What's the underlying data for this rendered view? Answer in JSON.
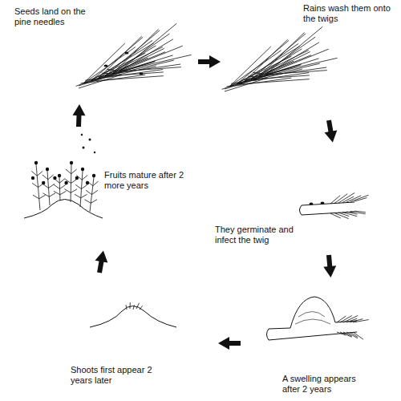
{
  "diagram": {
    "labels": [
      "Seeds land on the pine needles",
      "Rains wash them onto the twigs",
      "They germinate and infect the twig",
      "A swelling appears after 2 years",
      "Shoots first appear 2 years later",
      "Fruits mature after 2 more years"
    ]
  }
}
